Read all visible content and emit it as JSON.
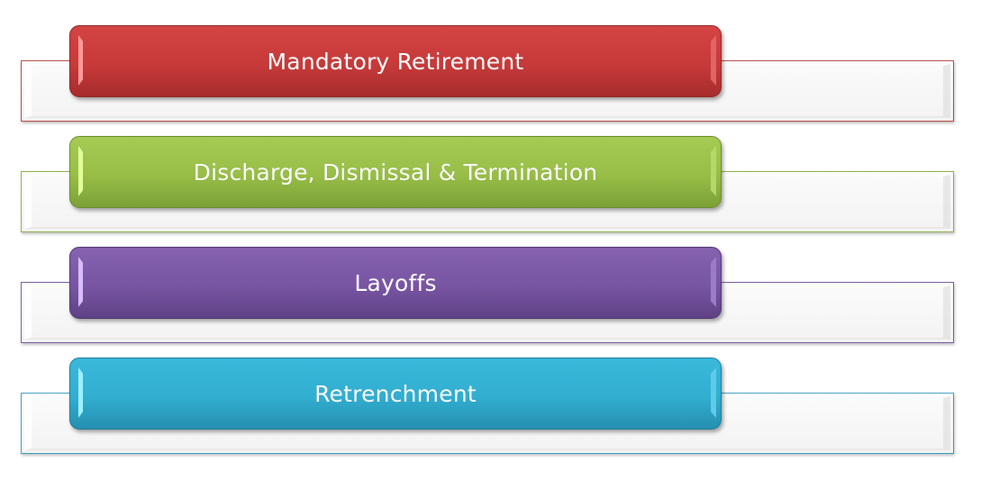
{
  "diagram": {
    "type": "vertical bullet list with offset boxes",
    "items": [
      {
        "label": "Mandatory Retirement",
        "color": "#c73a3a"
      },
      {
        "label": "Discharge, Dismissal & Termination",
        "color": "#98be47"
      },
      {
        "label": "Layoffs",
        "color": "#7855a2"
      },
      {
        "label": "Retrenchment",
        "color": "#31aed0"
      }
    ]
  }
}
